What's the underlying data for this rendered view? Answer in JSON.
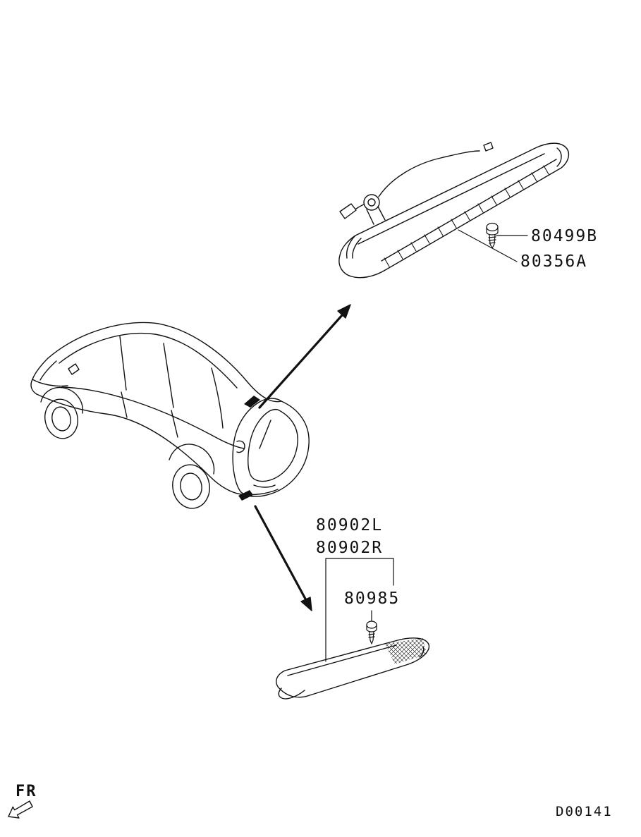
{
  "page": {
    "background": "#ffffff",
    "line_color": "#111111"
  },
  "callouts": {
    "screw_upper": "80499B",
    "high_mount_stop_lamp": "80356A",
    "side_marker_left": "80902L",
    "side_marker_right": "80902R",
    "screw_lower": "80985"
  },
  "footer": {
    "front_direction_label": "FR",
    "diagram_code": "D00141"
  }
}
